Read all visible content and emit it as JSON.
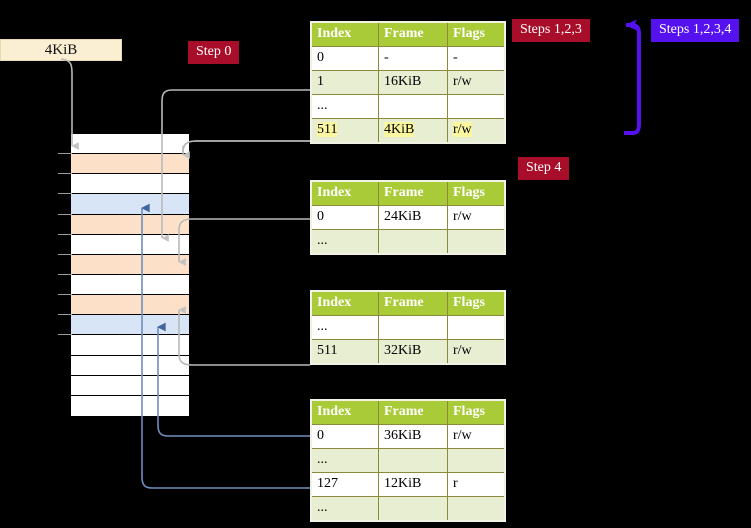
{
  "background_color": "#000000",
  "labels": {
    "size_box": "4KiB",
    "step0": "Step 0",
    "step4": "Step 4",
    "steps123": "Steps 1,2,3",
    "steps1234": "Steps 1,2,3,4"
  },
  "colors": {
    "chip_red": "#a80d2a",
    "chip_blue": "#5511ee",
    "table_header": "#a9cb37",
    "table_alt_row": "#e8eed2",
    "highlight": "#fbf7a0",
    "size_box_bg": "#fbefd3",
    "mem_orange": "#fce0c8",
    "mem_blue": "#d8e5f6",
    "connector_gray": "#b0b0b0",
    "connector_blue": "#6d8fc0"
  },
  "table_columns": [
    "Index",
    "Frame",
    "Flags"
  ],
  "tables": [
    {
      "name": "pml4-table",
      "rows": [
        {
          "index": "0",
          "frame": "-",
          "flags": "-",
          "shade": "plain",
          "highlight": false
        },
        {
          "index": "1",
          "frame": "16KiB",
          "flags": "r/w",
          "shade": "alt",
          "highlight": false
        },
        {
          "index": "...",
          "frame": "",
          "flags": "",
          "shade": "plain",
          "highlight": false
        },
        {
          "index": "511",
          "frame": "4KiB",
          "flags": "r/w",
          "shade": "alt",
          "highlight": true
        }
      ]
    },
    {
      "name": "pdpt-table",
      "rows": [
        {
          "index": "0",
          "frame": "24KiB",
          "flags": "r/w",
          "shade": "plain",
          "highlight": false
        },
        {
          "index": "...",
          "frame": "",
          "flags": "",
          "shade": "alt",
          "highlight": false
        }
      ]
    },
    {
      "name": "pd-table",
      "rows": [
        {
          "index": "...",
          "frame": "",
          "flags": "",
          "shade": "plain",
          "highlight": false
        },
        {
          "index": "511",
          "frame": "32KiB",
          "flags": "r/w",
          "shade": "alt",
          "highlight": false
        }
      ]
    },
    {
      "name": "pt-table",
      "rows": [
        {
          "index": "0",
          "frame": "36KiB",
          "flags": "r/w",
          "shade": "plain",
          "highlight": false
        },
        {
          "index": "...",
          "frame": "",
          "flags": "",
          "shade": "alt",
          "highlight": false
        },
        {
          "index": "127",
          "frame": "12KiB",
          "flags": "r",
          "shade": "plain",
          "highlight": false
        },
        {
          "index": "...",
          "frame": "",
          "flags": "",
          "shade": "alt",
          "highlight": false
        }
      ]
    }
  ],
  "memory_column": {
    "name": "physical-memory-column",
    "rows": [
      {
        "fill": "white"
      },
      {
        "fill": "orange"
      },
      {
        "fill": "white"
      },
      {
        "fill": "bluefill"
      },
      {
        "fill": "orange"
      },
      {
        "fill": "white"
      },
      {
        "fill": "orange"
      },
      {
        "fill": "white"
      },
      {
        "fill": "orange"
      },
      {
        "fill": "bluefill"
      },
      {
        "fill": "white"
      },
      {
        "fill": "white"
      },
      {
        "fill": "white"
      },
      {
        "fill": "white"
      }
    ]
  }
}
